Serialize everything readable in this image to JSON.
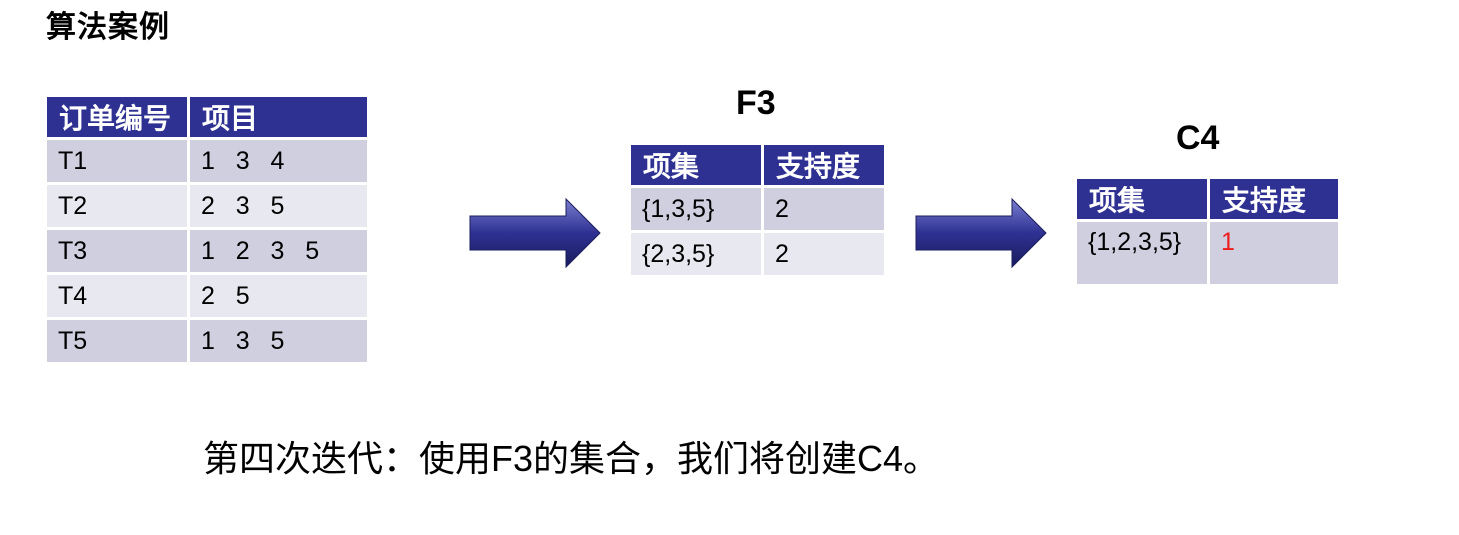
{
  "title": "算法案例",
  "orders_table": {
    "headers": [
      "订单编号",
      "项目"
    ],
    "rows": [
      [
        "T1",
        "1   3   4"
      ],
      [
        "T2",
        "2   3   5"
      ],
      [
        "T3",
        "1   2   3   5"
      ],
      [
        "T4",
        "2   5"
      ],
      [
        "T5",
        "1   3   5"
      ]
    ]
  },
  "f3": {
    "title": "F3",
    "headers": [
      "项集",
      "支持度"
    ],
    "rows": [
      [
        "{1,3,5}",
        "2"
      ],
      [
        "{2,3,5}",
        "2"
      ]
    ]
  },
  "c4": {
    "title": "C4",
    "headers": [
      "项集",
      "支持度"
    ],
    "rows": [
      [
        "{1,2,3,5}",
        "1"
      ]
    ]
  },
  "caption": "第四次迭代：使用F3的集合，我们将创建C4。",
  "colors": {
    "header_bg": "#2e3192",
    "row_odd": "#cfcfe0",
    "row_even": "#e8e8f0",
    "highlight": "#ee1c1c"
  }
}
